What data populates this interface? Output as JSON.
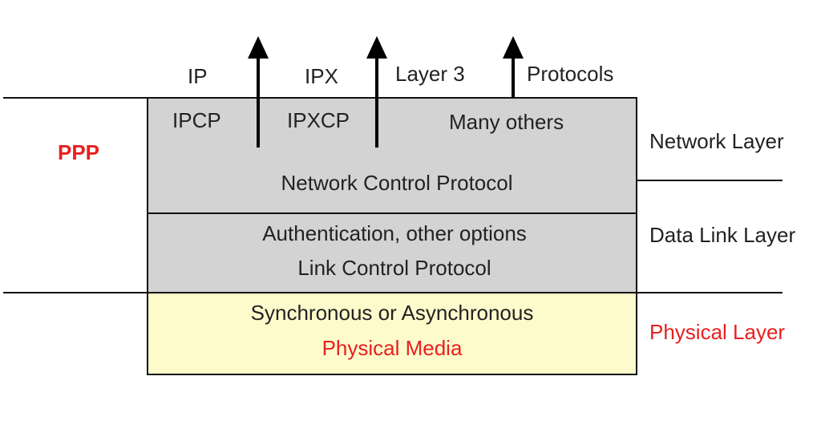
{
  "left_label": "PPP",
  "top_labels": {
    "ip": "IP",
    "ipx": "IPX",
    "layer3": "Layer 3",
    "protocols": "Protocols"
  },
  "network_box": {
    "ipcp": "IPCP",
    "ipxcp": "IPXCP",
    "many_others": "Many others",
    "title": "Network Control Protocol"
  },
  "link_box": {
    "line1": "Authentication, other options",
    "line2": "Link Control Protocol"
  },
  "physical_box": {
    "line1": "Synchronous or Asynchronous",
    "line2": "Physical Media"
  },
  "layers": {
    "network": "Network Layer",
    "data_link": "Data Link Layer",
    "physical": "Physical Layer"
  },
  "colors": {
    "grey_fill": "#d3d3d3",
    "yellow_fill": "#fdfacc",
    "accent_red": "#e8201f"
  }
}
